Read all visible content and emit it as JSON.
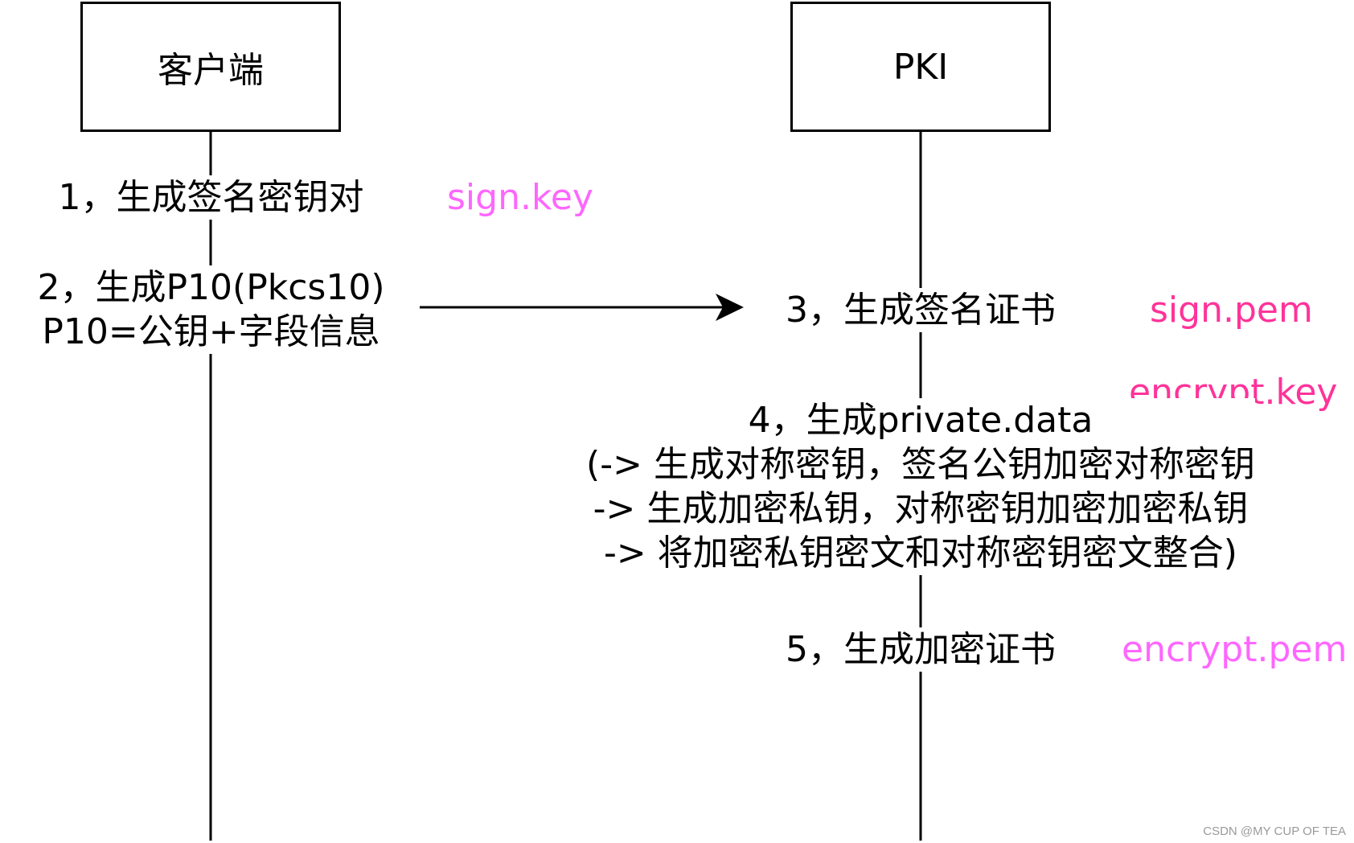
{
  "participants": {
    "client": "客户端",
    "pki": "PKI"
  },
  "steps": {
    "s1": "1，生成签名密钥对",
    "s2_line1": "2，生成P10(Pkcs10)",
    "s2_line2": "P10=公钥+字段信息",
    "s3": "3，生成签名证书",
    "s4_line1": "4，生成private.data",
    "s4_line2": "(-> 生成对称密钥，签名公钥加密对称密钥",
    "s4_line3": "-> 生成加密私钥，对称密钥加密加密私钥",
    "s4_line4": "-> 将加密私钥密文和对称密钥密文整合)",
    "s5": "5，生成加密证书"
  },
  "files": {
    "sign_key": "sign.key",
    "sign_pem": "sign.pem",
    "encrypt_key": "encrypt.key",
    "encrypt_pem": "encrypt.pem"
  },
  "colors": {
    "sign_key": "#ff66ff",
    "sign_pem": "#ff3399",
    "encrypt_key": "#ff3399",
    "encrypt_pem": "#ff66ff"
  },
  "watermark": "CSDN @MY CUP OF TEA"
}
